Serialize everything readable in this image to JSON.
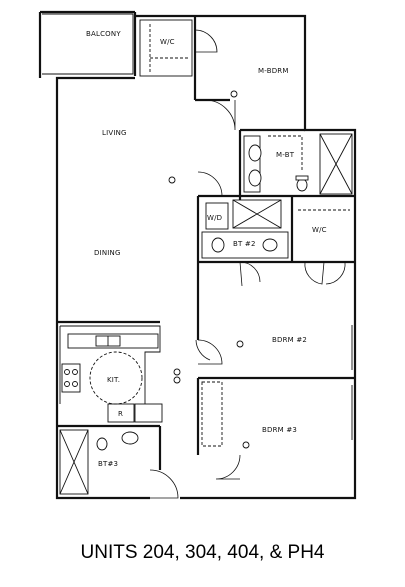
{
  "rooms": {
    "balcony": "BALCONY",
    "wc_top": "W/C",
    "master_bedroom": "M-BDRM",
    "living": "LIVING",
    "master_bath": "M-BT",
    "wd": "W/D",
    "bath2": "BT #2",
    "wc_mid": "W/C",
    "dining": "DINING",
    "kitchen": "KIT.",
    "bedroom2": "BDRM #2",
    "range": "R",
    "bedroom3": "BDRM #3",
    "bath3": "BT#3"
  },
  "caption": "UNITS 204, 304, 404, & PH4"
}
